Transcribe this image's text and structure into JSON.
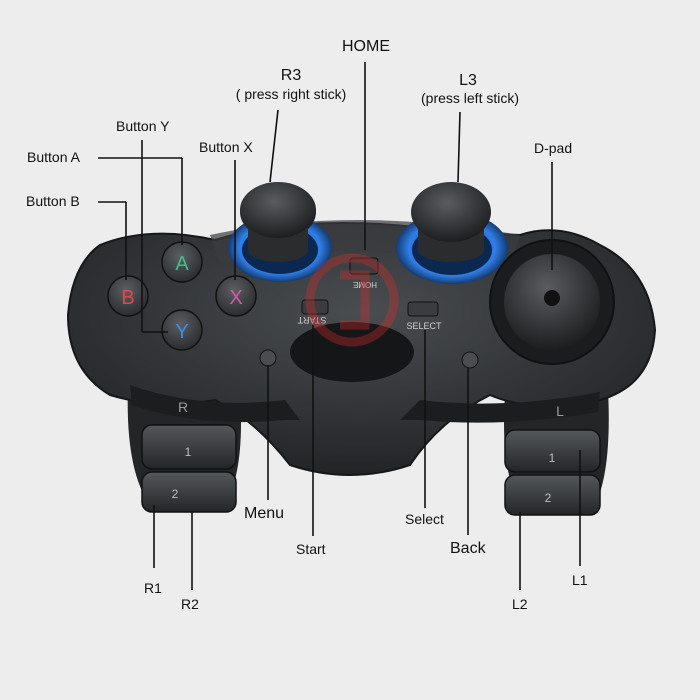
{
  "labels": {
    "home": "HOME",
    "r3": "R3",
    "r3_sub": "( press right stick)",
    "l3": "L3",
    "l3_sub": "(press left stick)",
    "button_y": "Button Y",
    "button_x": "Button X",
    "button_a": "Button A",
    "button_b": "Button B",
    "dpad": "D-pad",
    "menu": "Menu",
    "start": "Start",
    "select": "Select",
    "back": "Back",
    "r1": "R1",
    "r2": "R2",
    "l1": "L1",
    "l2": "L2"
  },
  "controller_text": {
    "home": "HOME",
    "start": "START",
    "select": "SELECT",
    "bumper_left": "R",
    "bumper_right": "L",
    "trigger_1": "1",
    "trigger_2": "2",
    "face_a": "A",
    "face_b": "B",
    "face_x": "X",
    "face_y": "Y"
  },
  "colors": {
    "background": "#ededed",
    "body": "#2b2d2f",
    "accent_blue": "#2f7ee8",
    "face_a": "#3fbf8a",
    "face_b": "#e0474c",
    "face_x": "#d75aa8",
    "face_y": "#3b8fe0",
    "watermark": "#d62b2b"
  }
}
